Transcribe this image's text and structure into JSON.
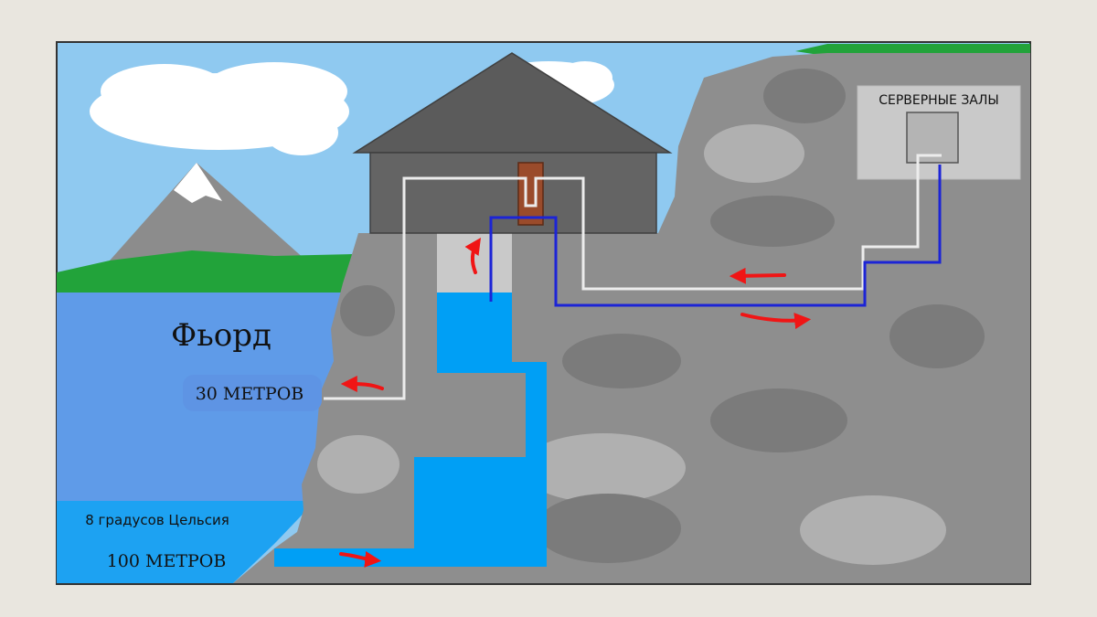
{
  "labels": {
    "fjord": "Фьорд",
    "depth_30": "30 МЕТРОВ",
    "temperature": "8 градусов Цельсия",
    "depth_100": "100 МЕТРОВ",
    "server_halls": "СЕРВЕРНЫЕ ЗАЛЫ"
  },
  "colors": {
    "background": "#e9e6df",
    "sky": "#8fc9f0",
    "grass": "#22a33a",
    "rock": "#8e8e8e",
    "rock_shade": "#7b7b7b",
    "rock_light": "#b0b0b0",
    "water_upper": "#5f9be8",
    "water_lower": "#1da2f2",
    "building": "#646464",
    "roof": "#5b5b5b",
    "shaft_water": "#009ff5",
    "pipe_cold": "#1c24d6",
    "pipe_warm": "#ececec",
    "flow_arrow": "#f01515",
    "heat_exchanger": "#9a4b2b"
  },
  "icons": [
    "cloud-icon",
    "mountain-icon",
    "flow-arrow-icon",
    "server-hall-icon"
  ]
}
